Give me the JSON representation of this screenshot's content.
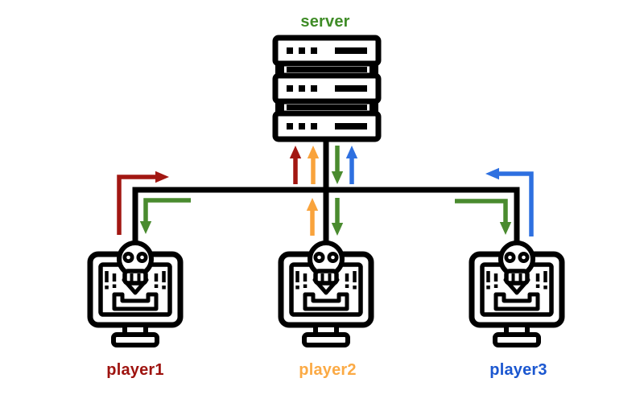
{
  "background": "#ffffff",
  "nodes": {
    "server": {
      "label": "server",
      "label_color": "#3f8c27",
      "icon": "server-rack-icon"
    },
    "player1": {
      "label": "player1",
      "label_color": "#9e130f",
      "icon": "infected-computer-icon"
    },
    "player2": {
      "label": "player2",
      "label_color": "#fbaa45",
      "icon": "infected-computer-icon"
    },
    "player3": {
      "label": "player3",
      "label_color": "#1b57d0",
      "icon": "infected-computer-icon"
    }
  },
  "colors": {
    "line": "#000000",
    "red": "#a21712",
    "orange": "#f9a33c",
    "green": "#4a8b2f",
    "blue": "#2e70e0"
  },
  "flows": [
    {
      "from": "player1",
      "to": "server",
      "color": "red"
    },
    {
      "from": "player2",
      "to": "server",
      "color": "orange"
    },
    {
      "from": "player3",
      "to": "server",
      "color": "blue"
    },
    {
      "from": "server",
      "to": "player1",
      "color": "green"
    },
    {
      "from": "server",
      "to": "player2",
      "color": "green"
    },
    {
      "from": "server",
      "to": "player3",
      "color": "green"
    }
  ]
}
